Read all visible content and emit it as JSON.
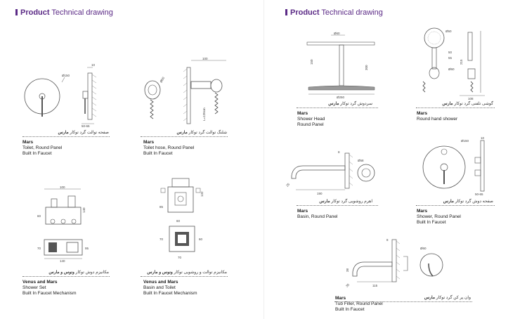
{
  "header": {
    "bold": "Product",
    "rest": "Technical drawing"
  },
  "products": [
    {
      "id": "p1",
      "fa_prefix": "صفحه توالت گرد توکار",
      "fa_brand": "مارس",
      "name": "Mars",
      "desc1": "Toilet, Round Panel",
      "desc2": "Built In Faucet",
      "dims": [
        "Ø150",
        "10",
        "50-65"
      ]
    },
    {
      "id": "p2",
      "fa_prefix": "شلنگ توالت گرد توکار",
      "fa_brand": "مارس",
      "name": "Mars",
      "desc1": "Toilet hose, Round Panel",
      "desc2": "Built In Faucet",
      "dims": [
        "100",
        "Ø60",
        "L=120cm"
      ]
    },
    {
      "id": "p3",
      "fa_prefix": "مکانیزم دوش توکار",
      "fa_brand": "ونوس و مارس",
      "name": "Venus and Mars",
      "desc1": "Shower Set",
      "desc2": "Built In Faucet Mechanism",
      "dims": [
        "100",
        "60",
        "140",
        "70",
        "95",
        "140"
      ]
    },
    {
      "id": "p4",
      "fa_prefix": "مکانیزم توالت و روشویی توکار",
      "fa_brand": "ونوس و مارس",
      "name": "Venus and Mars",
      "desc1": "Basin and Toilet",
      "desc2": "Built In Faucet Mechanism",
      "dims": [
        "132",
        "85",
        "60",
        "70",
        "60",
        "70"
      ]
    },
    {
      "id": "p5",
      "fa_prefix": "سردوش گرد توکار",
      "fa_brand": "مارس",
      "name": "Mars",
      "desc1": "Shower Head",
      "desc2": "Round Panel",
      "dims": [
        "Ø60",
        "150",
        "300",
        "Ø250"
      ]
    },
    {
      "id": "p6",
      "fa_prefix": "گوشی تلفنی گرد توکار",
      "fa_brand": "مارس",
      "name": "Mars",
      "desc1": "Round hand shower",
      "desc2": "",
      "dims": [
        "Ø50",
        "50",
        "55",
        "215",
        "Ø60",
        "108"
      ]
    },
    {
      "id": "p7",
      "fa_prefix": "اهرم روشویی گرد توکار",
      "fa_brand": "مارس",
      "name": "Mars",
      "desc1": "Basin, Round Panel",
      "desc2": "",
      "dims": [
        "8",
        "Ø58",
        "190",
        "25"
      ]
    },
    {
      "id": "p8",
      "fa_prefix": "صفحه دوش گرد توکار",
      "fa_brand": "مارس",
      "name": "Mars",
      "desc1": "Shower, Round Panel",
      "desc2": "Built In Faucet",
      "dims": [
        "Ø150",
        "10",
        "50-65"
      ]
    },
    {
      "id": "p9",
      "fa_prefix": "وان پر کن گرد توکار",
      "fa_brand": "مارس",
      "name": "Mars",
      "desc1": "Tub Filler, Round Panel",
      "desc2": "Built In Faucet",
      "dims": [
        "8",
        "Ø60",
        "115",
        "38",
        "35"
      ]
    }
  ]
}
